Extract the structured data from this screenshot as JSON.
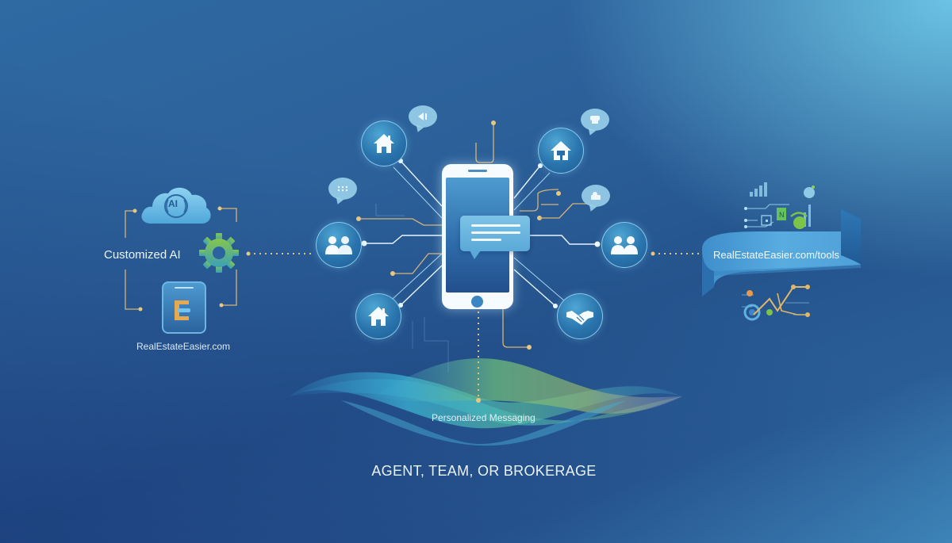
{
  "theme": {
    "background_top_left": "#2f6aa3",
    "background_top_right": "#62bde0",
    "background_bottom_left": "#1d3e7a",
    "background_bottom_right": "#4391c2",
    "accent_gold": "#e0b66a",
    "accent_green": "#7fc24a",
    "node_border": "#96d7f5"
  },
  "left_panel": {
    "cloud_badge": "AI",
    "title": "Customized AI",
    "app_icon_letter": "E",
    "site_label": "RealEstateEasier.com",
    "icons": [
      "cloud-ai-icon",
      "gear-icon",
      "app-tile-icon"
    ]
  },
  "center_hub": {
    "device": "smartphone",
    "message_card_lines": 3,
    "nodes": [
      {
        "id": "home-top-left",
        "icon": "house-icon"
      },
      {
        "id": "people-left",
        "icon": "people-icon"
      },
      {
        "id": "home-bottom-left",
        "icon": "house-icon"
      },
      {
        "id": "building-top-right",
        "icon": "building-icon"
      },
      {
        "id": "people-right",
        "icon": "people-icon"
      },
      {
        "id": "handshake-bottom-right",
        "icon": "handshake-icon"
      }
    ],
    "speech_bubbles": [
      {
        "id": "bubble-top-left",
        "icon": "megaphone-icon"
      },
      {
        "id": "bubble-left",
        "icon": "dots-icon"
      },
      {
        "id": "bubble-top-right",
        "icon": "chat-icon"
      },
      {
        "id": "bubble-right",
        "icon": "mail-icon"
      }
    ]
  },
  "right_panel": {
    "ribbon_text": "RealEstateEasier.com/tools",
    "icons": [
      "analytics-icon",
      "chart-graph-icon"
    ]
  },
  "wave": {
    "label": "Personalized Messaging"
  },
  "footer": {
    "tagline": "AGENT, TEAM, OR BROKERAGE"
  }
}
